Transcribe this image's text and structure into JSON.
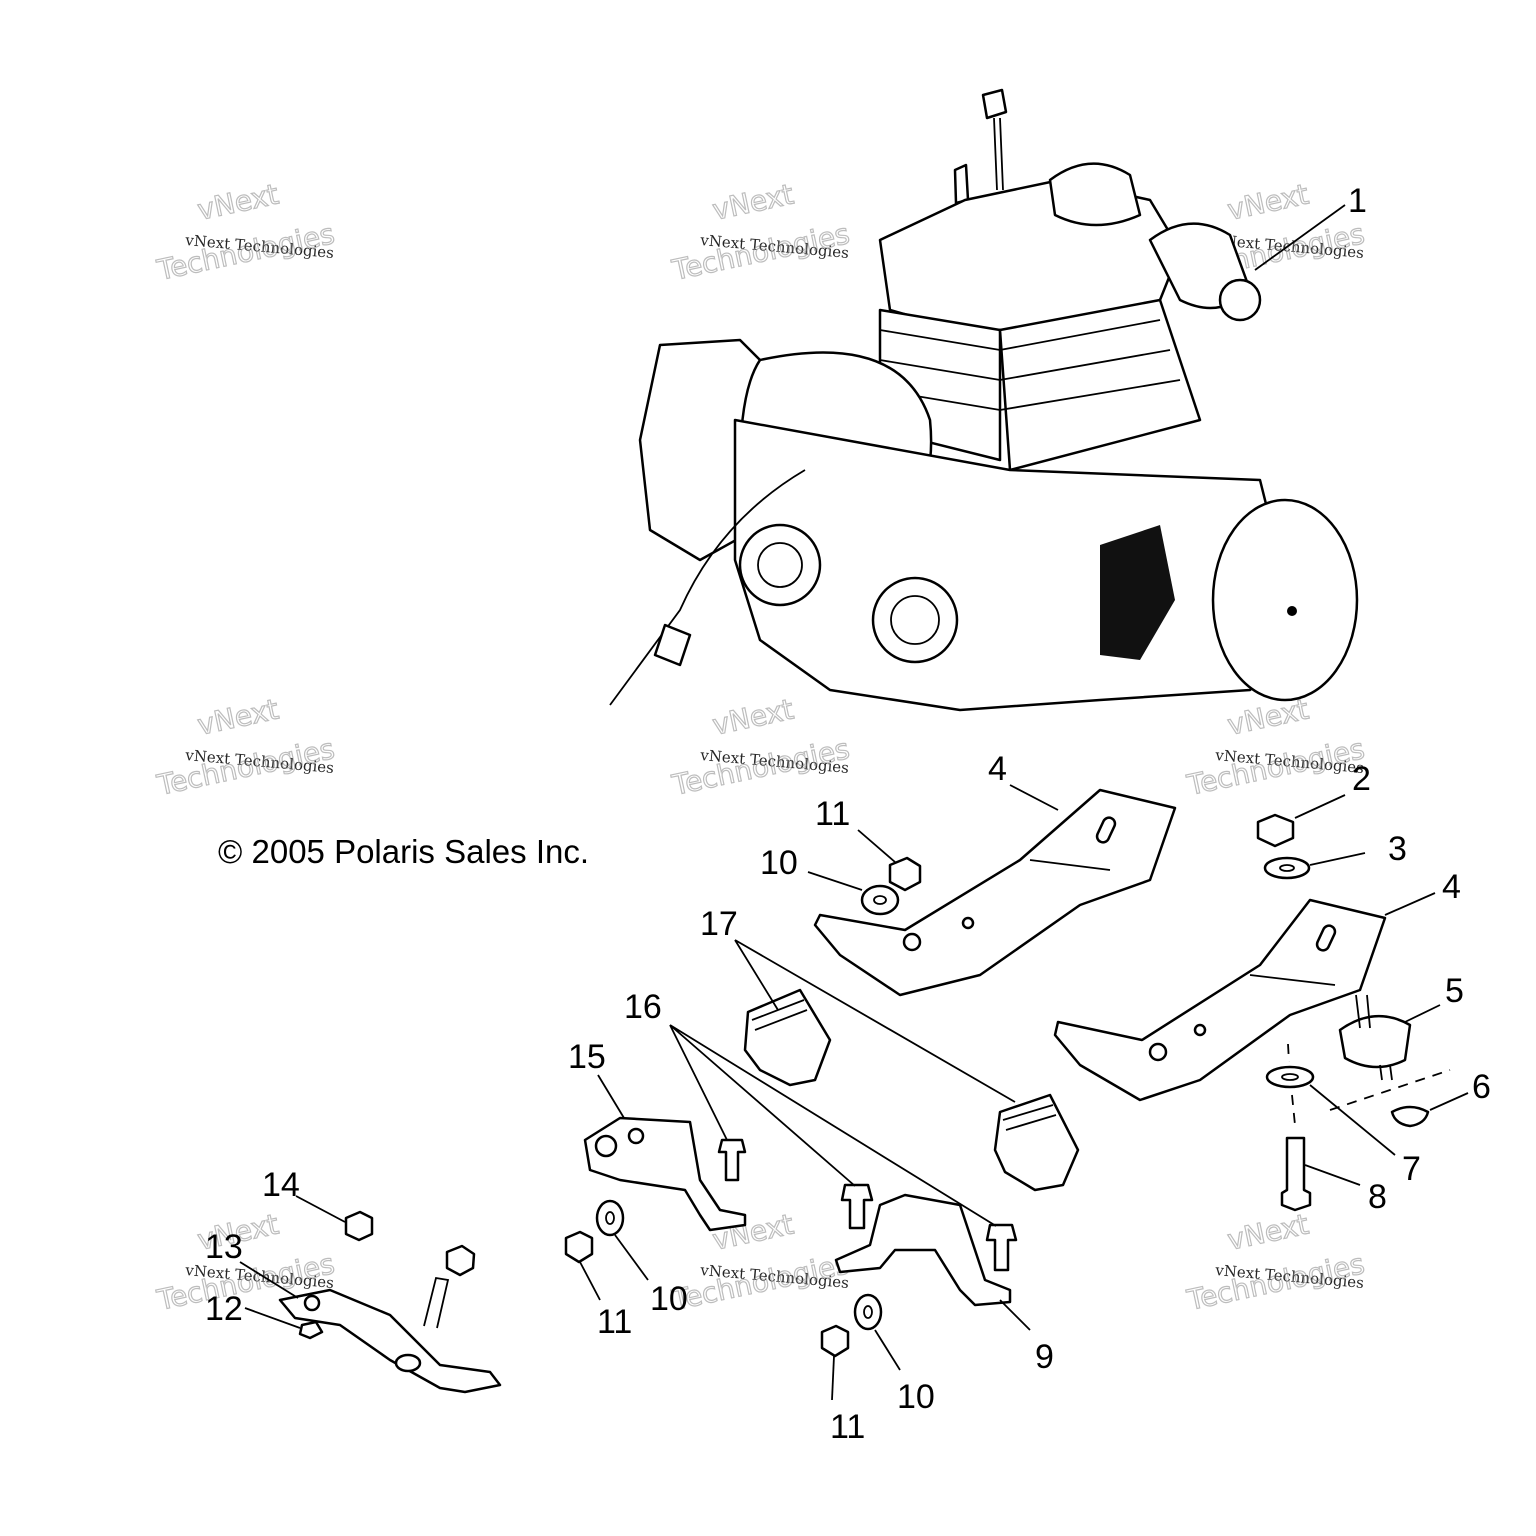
{
  "copyright": "© 2005 Polaris Sales Inc.",
  "watermark": {
    "line1": "vNext",
    "line2": "vNext Technologies",
    "line3": "Technologies"
  },
  "callouts": [
    {
      "id": "c1",
      "text": "1"
    },
    {
      "id": "c2",
      "text": "2"
    },
    {
      "id": "c3",
      "text": "3"
    },
    {
      "id": "c4a",
      "text": "4"
    },
    {
      "id": "c4b",
      "text": "4"
    },
    {
      "id": "c5",
      "text": "5"
    },
    {
      "id": "c6",
      "text": "6"
    },
    {
      "id": "c7",
      "text": "7"
    },
    {
      "id": "c8",
      "text": "8"
    },
    {
      "id": "c9",
      "text": "9"
    },
    {
      "id": "c10a",
      "text": "10"
    },
    {
      "id": "c10b",
      "text": "10"
    },
    {
      "id": "c10c",
      "text": "10"
    },
    {
      "id": "c11a",
      "text": "11"
    },
    {
      "id": "c11b",
      "text": "11"
    },
    {
      "id": "c11c",
      "text": "11"
    },
    {
      "id": "c12",
      "text": "12"
    },
    {
      "id": "c13",
      "text": "13"
    },
    {
      "id": "c14",
      "text": "14"
    },
    {
      "id": "c15",
      "text": "15"
    },
    {
      "id": "c16",
      "text": "16"
    },
    {
      "id": "c17",
      "text": "17"
    }
  ]
}
